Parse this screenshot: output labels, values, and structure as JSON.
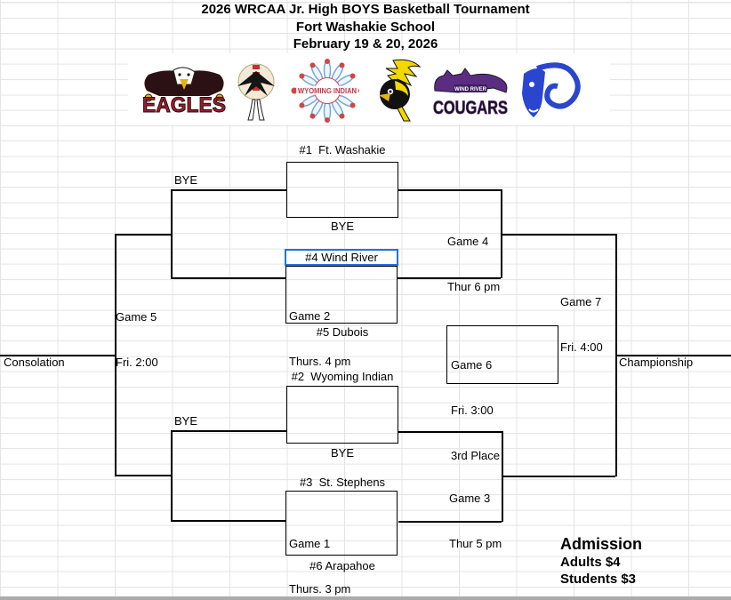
{
  "title": {
    "line1": "2026 WRCAA Jr. High BOYS Basketball Tournament",
    "line2": "Fort Washakie School",
    "line3": "February 19 & 20, 2026"
  },
  "logos": {
    "eagles": {
      "text": "EAGLES"
    },
    "wyoming_indian": {
      "text": "WYOMING INDIAN"
    },
    "cougars": {
      "text": "COUGARS",
      "subtext": "WIND RIVER"
    }
  },
  "bracket": {
    "seeds": {
      "seed1": "#1  Ft. Washakie",
      "seed2": "#2  Wyoming Indian",
      "seed3": "#3  St. Stephens",
      "seed4": "#4 Wind River",
      "seed5": "#5 Dubois",
      "seed6": "#6 Arapahoe"
    },
    "bye": "BYE",
    "games": {
      "game1": {
        "name": "Game 1",
        "time": "Thurs. 3 pm"
      },
      "game2": {
        "name": "Game 2",
        "time": "Thurs. 4 pm"
      },
      "game3": {
        "name": "Game 3",
        "time": "Thur 5 pm"
      },
      "game4": {
        "name": "Game 4",
        "time": "Thur 6 pm"
      },
      "game5": {
        "name": "Game 5",
        "time": "Fri. 2:00"
      },
      "game6": {
        "name": "Game 6",
        "time": "Fri. 3:00",
        "note": "3rd Place"
      },
      "game7": {
        "name": "Game 7",
        "time": "Fri. 4:00"
      }
    },
    "labels": {
      "consolation": "Consolation",
      "championship": "Championship"
    }
  },
  "admission": {
    "heading": "Admission",
    "line1": "Adults $4",
    "line2": "Students $3"
  },
  "colors": {
    "selection_border": "#1a73e8",
    "gridline": "#e4e4e4",
    "bracket_line": "#000000",
    "eagles_maroon": "#9b1c2e",
    "cougars_purple": "#5b2d82",
    "rams_blue": "#2a46cf",
    "bolt_yellow": "#f2d800"
  }
}
